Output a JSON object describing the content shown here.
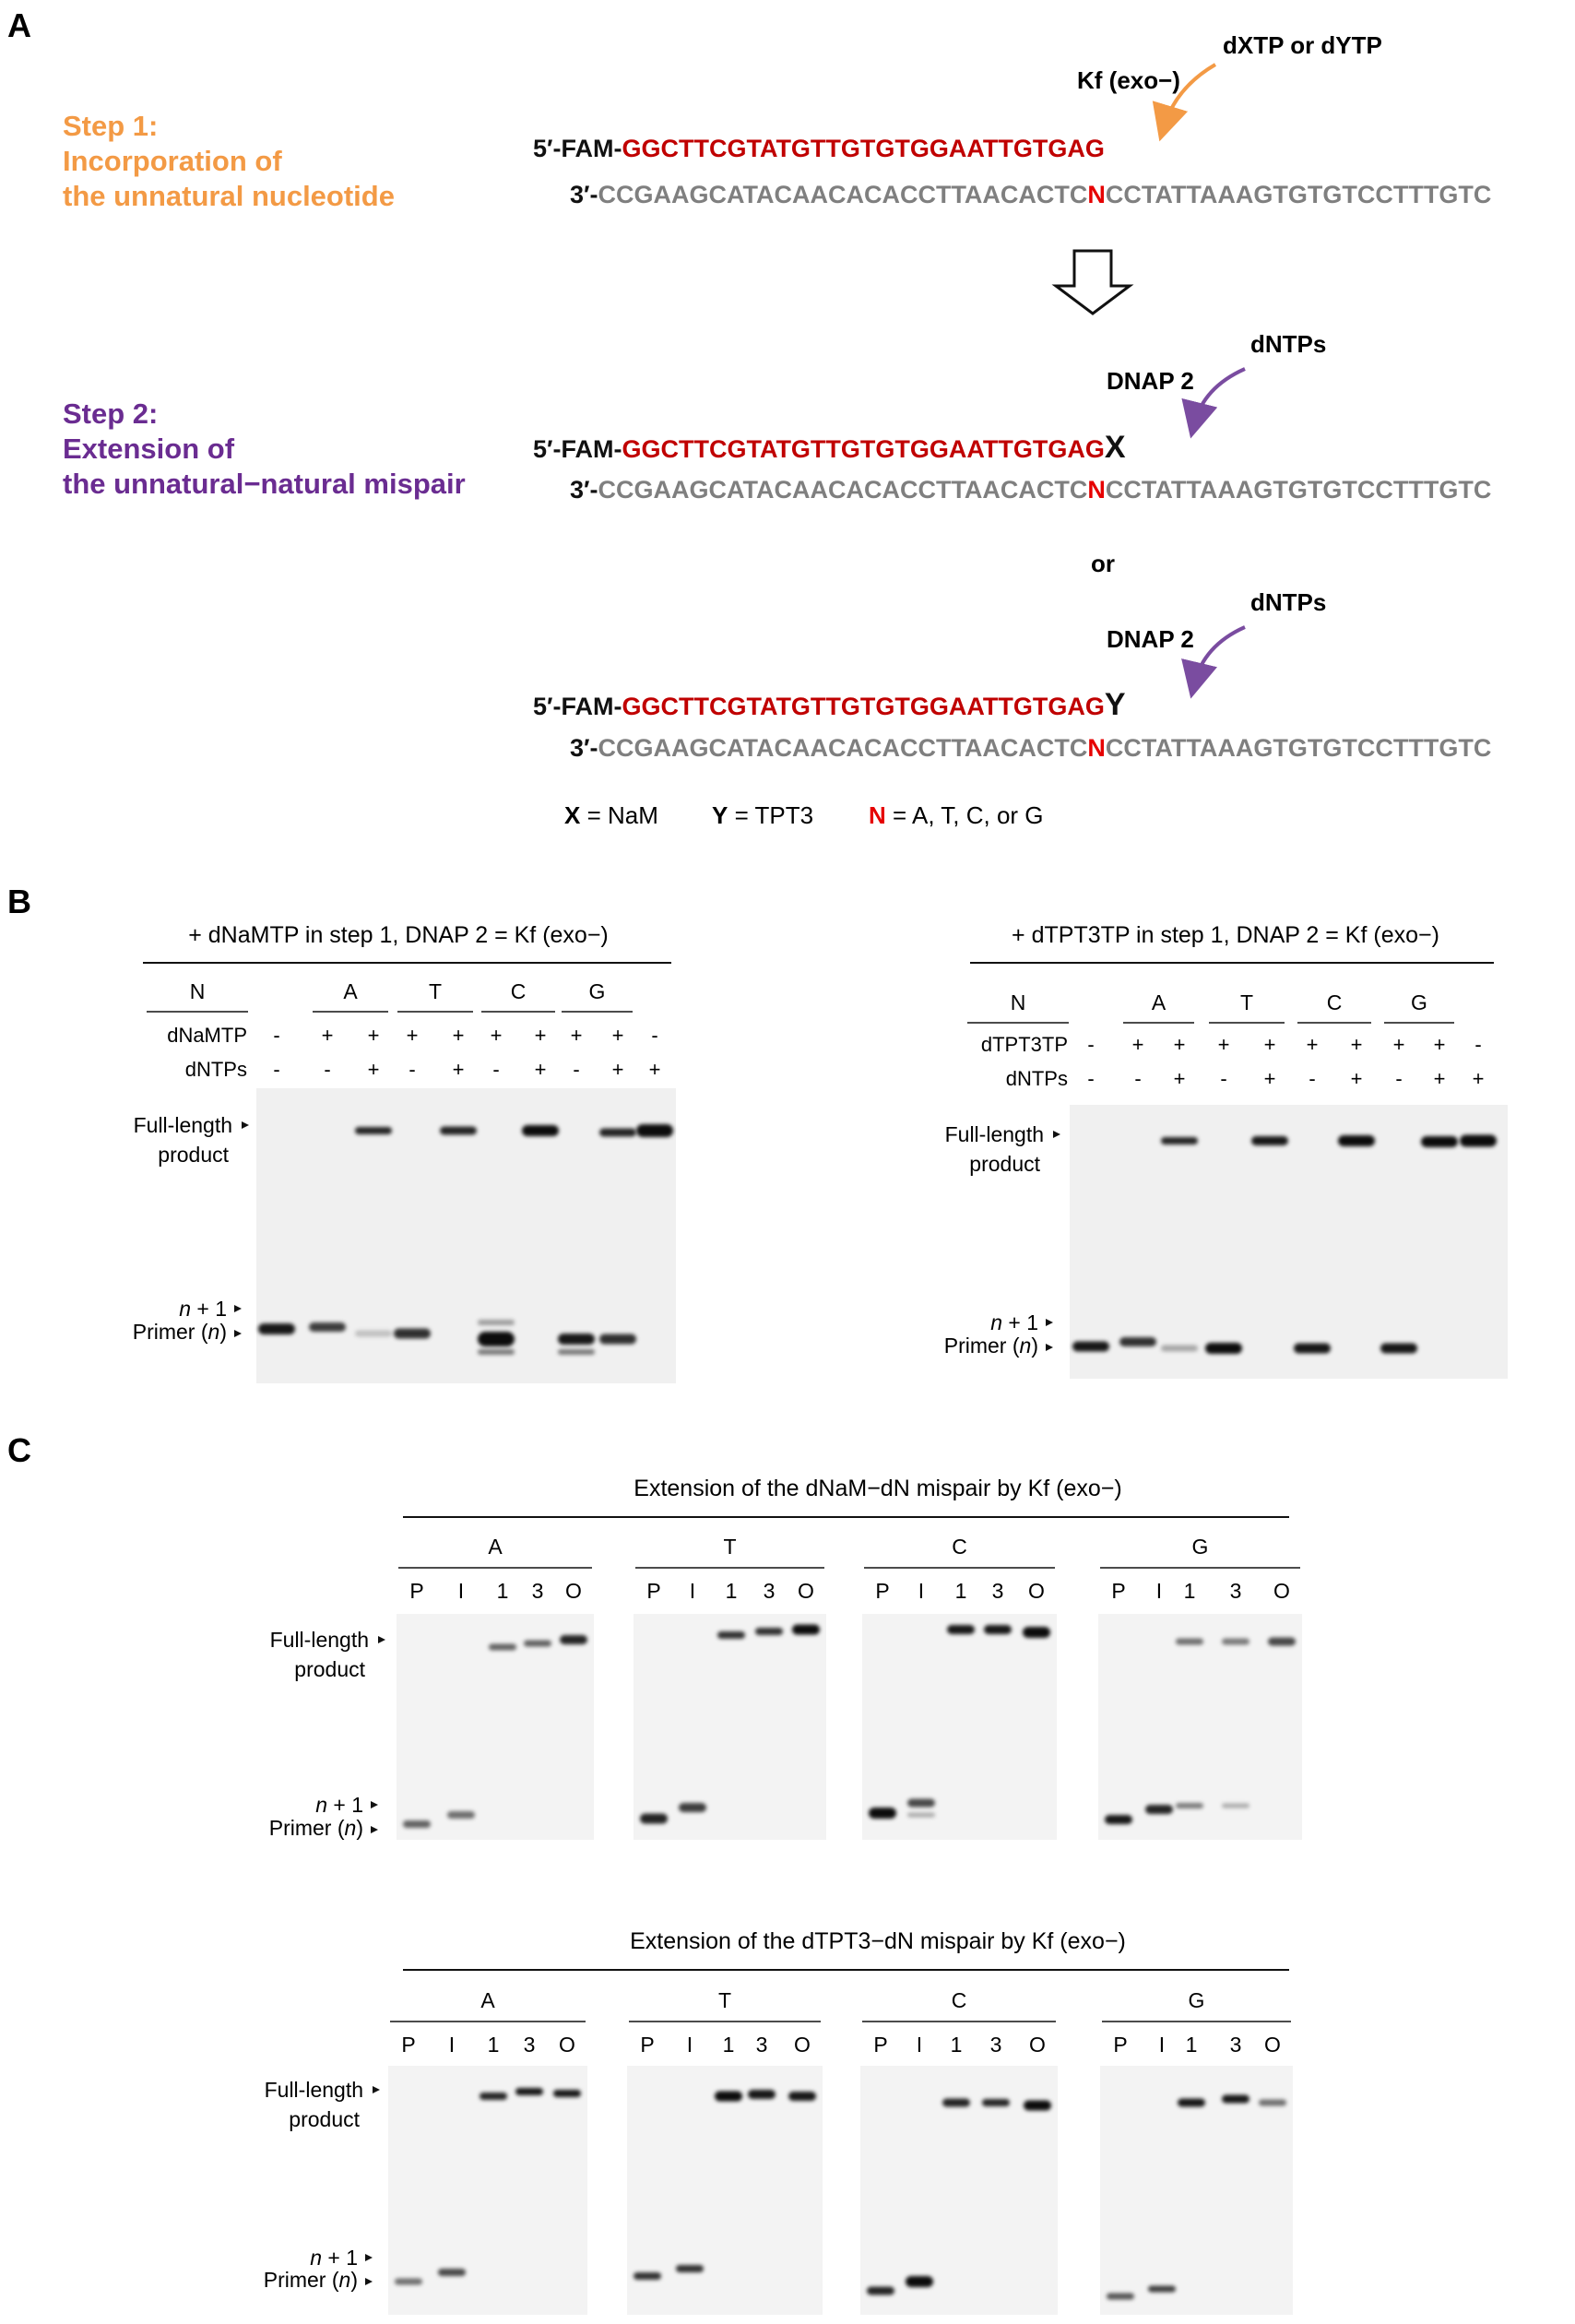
{
  "colors": {
    "orange": "#f39a45",
    "purple": "#6a2c91",
    "red": "#c00000",
    "gray": "#7f7f7f",
    "black": "#111111"
  },
  "panelA": {
    "label": "A",
    "step1": [
      "Step 1:",
      "Incorporation of",
      "the unnatural nucleotide"
    ],
    "step2": [
      "Step 2:",
      "Extension of",
      "the unnatural−natural mispair"
    ],
    "enzyme1": "Kf (exo−)",
    "substrate1": "dXTP or dYTP",
    "enzyme2": "DNAP 2",
    "substrate2": "dNTPs",
    "primer_prefix": "5′-FAM-",
    "primer_seq": "GGCTTCGTATGTTGTGTGGAATTGTGAG",
    "template_prefix": "3′-",
    "template_left": "CCGAAGCATACAACACACCTTAACACTC",
    "template_N": "N",
    "template_right": "CCTATTAAAGTGTGTCCTTTGTC",
    "x_letter": "X",
    "y_letter": "Y",
    "or_text": "or",
    "legend_x": "X",
    "legend_x_val": " = NaM",
    "legend_y": "Y",
    "legend_y_val": " = TPT3",
    "legend_n": "N",
    "legend_n_val": " = A, T, C, or G"
  },
  "panelB": {
    "label": "B",
    "left": {
      "title": "+ dNaMTP in step 1, DNAP 2 = Kf (exo−)",
      "n_label": "N",
      "groups": [
        "A",
        "T",
        "C",
        "G"
      ],
      "row1_label": "dNaMTP",
      "row2_label": "dNTPs",
      "row1": [
        "-",
        "+",
        "+",
        "+",
        "+",
        "+",
        "+",
        "+",
        "+",
        "-"
      ],
      "row2": [
        "-",
        "-",
        "+",
        "-",
        "+",
        "-",
        "+",
        "-",
        "+",
        "+"
      ]
    },
    "right": {
      "title": "+ dTPT3TP in step 1, DNAP 2 = Kf (exo−)",
      "n_label": "N",
      "groups": [
        "A",
        "T",
        "C",
        "G"
      ],
      "row1_label": "dTPT3TP",
      "row2_label": "dNTPs",
      "row1": [
        "-",
        "+",
        "+",
        "+",
        "+",
        "+",
        "+",
        "+",
        "+",
        "-"
      ],
      "row2": [
        "-",
        "-",
        "+",
        "-",
        "+",
        "-",
        "+",
        "-",
        "+",
        "+"
      ]
    },
    "full_length": [
      "Full-length",
      "product"
    ],
    "n1": "n + 1",
    "primer": "Primer (n)"
  },
  "panelC": {
    "label": "C",
    "title1": "Extension of the dNaM−dN mispair by Kf (exo−)",
    "title2": "Extension of the dTPT3−dN mispair by Kf (exo−)",
    "groups": [
      "A",
      "T",
      "C",
      "G"
    ],
    "lanes": [
      "P",
      "I",
      "1",
      "3",
      "O"
    ],
    "full_length": [
      "Full-length",
      "product"
    ],
    "n1": "n + 1",
    "primer": "Primer (n)"
  }
}
